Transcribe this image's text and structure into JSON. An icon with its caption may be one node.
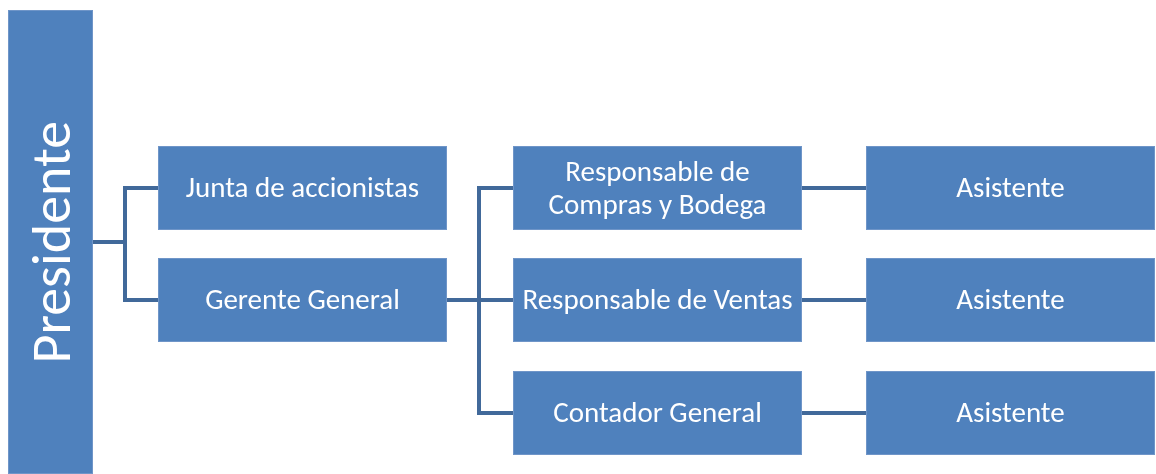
{
  "diagram": {
    "nodes": [
      {
        "text": [
          "Presidente"
        ]
      },
      {
        "text": [
          "Junta de accionistas"
        ]
      },
      {
        "text": [
          "Gerente General"
        ]
      },
      {
        "text": [
          "Responsable de Compras y Bodega"
        ]
      },
      {
        "text": [
          "Responsable de Ventas"
        ]
      },
      {
        "text": [
          "Contador General"
        ]
      },
      {
        "text": [
          "Asistente"
        ]
      },
      {
        "text": [
          "Asistente"
        ]
      },
      {
        "text": [
          "Asistente"
        ]
      }
    ],
    "edges": [
      {
        "from": 0,
        "to": 1,
        "arrow": "none"
      },
      {
        "from": 0,
        "to": 2,
        "arrow": "none"
      },
      {
        "from": 2,
        "to": 3,
        "arrow": "none"
      },
      {
        "from": 2,
        "to": 4,
        "arrow": "none"
      },
      {
        "from": 2,
        "to": 5,
        "arrow": "none"
      },
      {
        "from": 3,
        "to": 6,
        "arrow": "none"
      },
      {
        "from": 4,
        "to": 7,
        "arrow": "none"
      },
      {
        "from": 5,
        "to": 8,
        "arrow": "none"
      }
    ]
  }
}
